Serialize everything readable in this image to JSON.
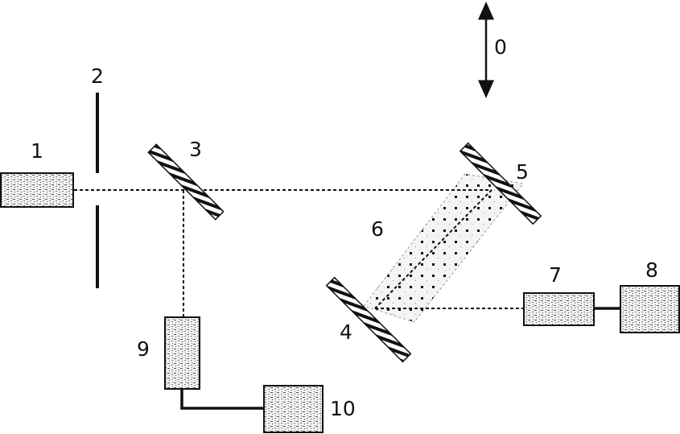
{
  "diagram": {
    "labels": {
      "laser": "1",
      "diaphragm": "2",
      "beam_splitter": "3",
      "mirror_left": "4",
      "mirror_right": "5",
      "cell": "6",
      "detector": "7",
      "recorder": "8",
      "reference_detector": "9",
      "reference_recorder": "10",
      "motion_axis": "0"
    },
    "colors": {
      "ink": "#111111",
      "background": "#ffffff"
    }
  }
}
